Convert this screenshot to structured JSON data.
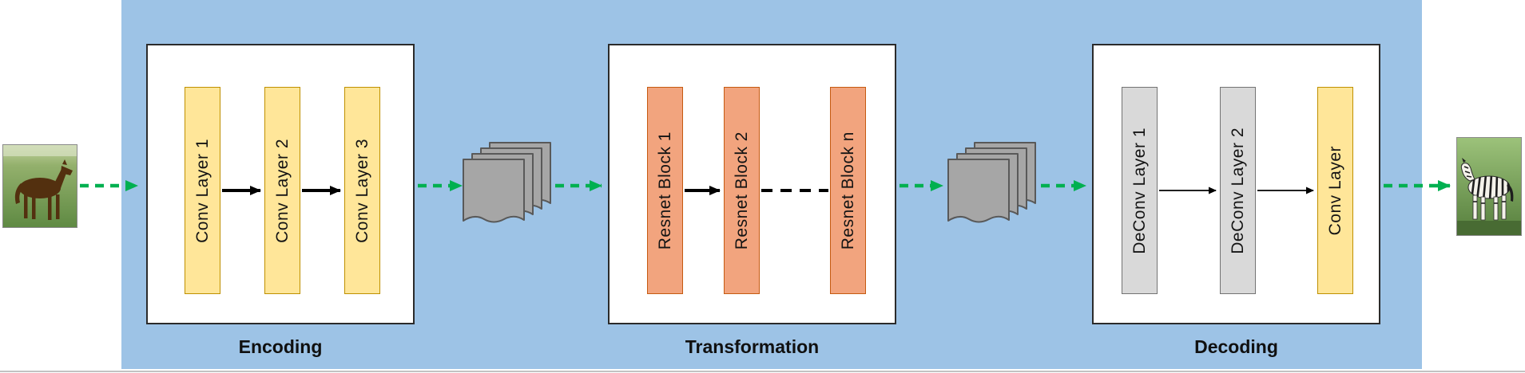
{
  "sections": [
    {
      "id": "encoding",
      "label": "Encoding",
      "blocks": [
        "Conv Layer 1",
        "Conv Layer 2",
        "Conv Layer 3"
      ]
    },
    {
      "id": "transformation",
      "label": "Transformation",
      "blocks": [
        "Resnet Block 1",
        "Resnet Block 2",
        "Resnet Block n"
      ]
    },
    {
      "id": "decoding",
      "label": "Decoding",
      "blocks": [
        "DeConv Layer 1",
        "DeConv Layer 2",
        "Conv Layer"
      ]
    }
  ],
  "images": {
    "input_alt": "horse photo",
    "output_alt": "zebra photo"
  },
  "icons": {
    "feature_maps": "feature-maps-stack-icon",
    "input_image": "horse-photo",
    "output_image": "zebra-photo",
    "flow_arrow": "green-dashed-arrow"
  },
  "colors": {
    "panel_bg": "#9DC3E6",
    "arrow_green": "#00B050",
    "conv_fill": "#FFE699",
    "conv_border": "#BF9000",
    "resnet_fill": "#F2A47E",
    "resnet_border": "#C55A11",
    "deconv_fill": "#D9D9D9",
    "deconv_border": "#737373"
  }
}
